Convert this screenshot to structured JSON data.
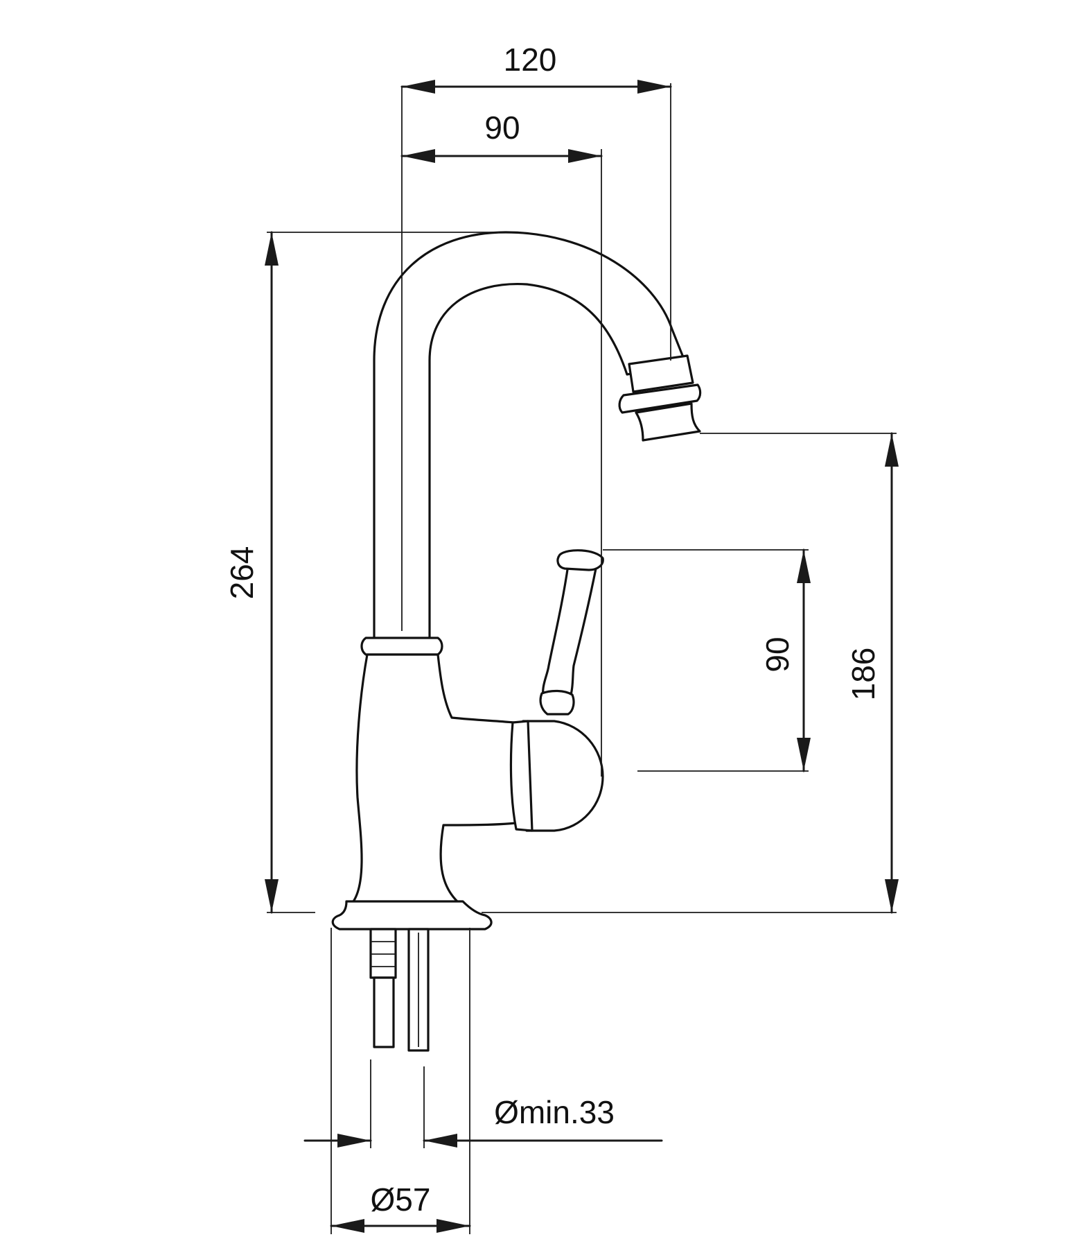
{
  "dimensions": {
    "spout_reach": "120",
    "handle_offset": "90",
    "total_height": "264",
    "lever_height": "90",
    "spout_height": "186",
    "hole_diameter": "Ømin.33",
    "base_diameter": "Ø57"
  }
}
